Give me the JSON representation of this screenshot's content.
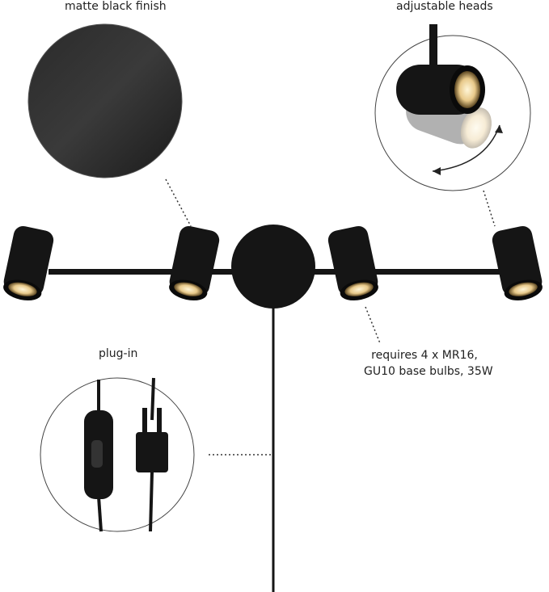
{
  "labels": {
    "finish": "matte black finish",
    "heads": "adjustable heads",
    "plug": "plug-in",
    "bulbs_line1": "requires 4 x MR16,",
    "bulbs_line2": "GU10 base bulbs, 35W"
  },
  "colors": {
    "fixture": "#151515",
    "bulb_glow": "#e8c98a",
    "circle_outline": "#555555"
  },
  "icons": [
    "rotate-arrow-icon"
  ]
}
